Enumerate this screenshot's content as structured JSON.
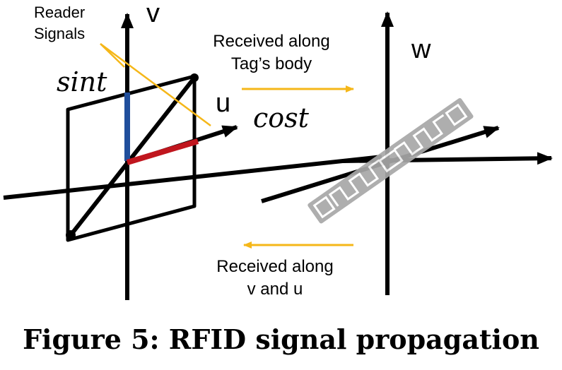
{
  "labels": {
    "reader_signals_line1": "Reader",
    "reader_signals_line2": "Signals",
    "axis_v": "v",
    "axis_u": "u",
    "axis_w": "w",
    "sint": "sint",
    "cost": "cost",
    "received_top_line1": "Received along",
    "received_top_line2": "Tag’s body",
    "received_bottom_line1": "Received along",
    "received_bottom_line2": "v and u"
  },
  "caption": "Figure 5: RFID signal propagation",
  "colors": {
    "axes": "#000000",
    "sint_component": "#1f4e9c",
    "cost_component": "#c0161e",
    "callout": "#f5b719",
    "arrows": "#f5b719",
    "tag": "#a8a8a8"
  },
  "icons": {
    "tag": "rfid-tag-icon"
  }
}
